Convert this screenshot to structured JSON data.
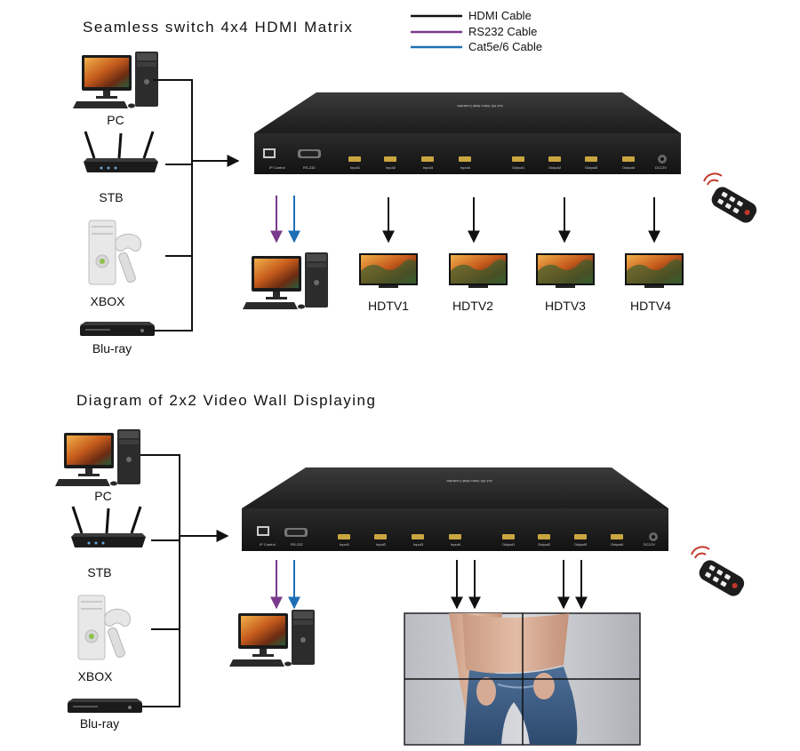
{
  "legend": [
    {
      "label": "HDMI Cable",
      "color": "#111111"
    },
    {
      "label": "RS232 Cable",
      "color": "#7a3a8c"
    },
    {
      "label": "Cat5e/6 Cable",
      "color": "#1e6fb5"
    }
  ],
  "section1": {
    "title": "Seamless switch 4x4 HDMI Matrix",
    "sources": [
      {
        "label": "PC",
        "icon": "pc-icon"
      },
      {
        "label": "STB",
        "icon": "router-icon"
      },
      {
        "label": "XBOX",
        "icon": "xbox-icon"
      },
      {
        "label": "Blu-ray",
        "icon": "bluray-icon"
      }
    ],
    "outputs": [
      "HDTV1",
      "HDTV2",
      "HDTV3",
      "HDTV4"
    ],
    "device_top_text": "4x4 HD Video Wall Controller"
  },
  "section2": {
    "title": "Diagram of 2x2 Video Wall Displaying",
    "sources": [
      {
        "label": "PC",
        "icon": "pc-icon"
      },
      {
        "label": "STB",
        "icon": "router-icon"
      },
      {
        "label": "XBOX",
        "icon": "xbox-icon"
      },
      {
        "label": "Blu-ray",
        "icon": "bluray-icon"
      }
    ],
    "device_top_text": "4x4 HD Video Wall Controller"
  },
  "device_ports": {
    "ip": "IP Control",
    "rs232": "RS-232",
    "inputs": [
      "Input1",
      "Input2",
      "Input3",
      "Input4"
    ],
    "outputs": [
      "Output1",
      "Output2",
      "Output3",
      "Output4"
    ],
    "power": "DC12V"
  }
}
